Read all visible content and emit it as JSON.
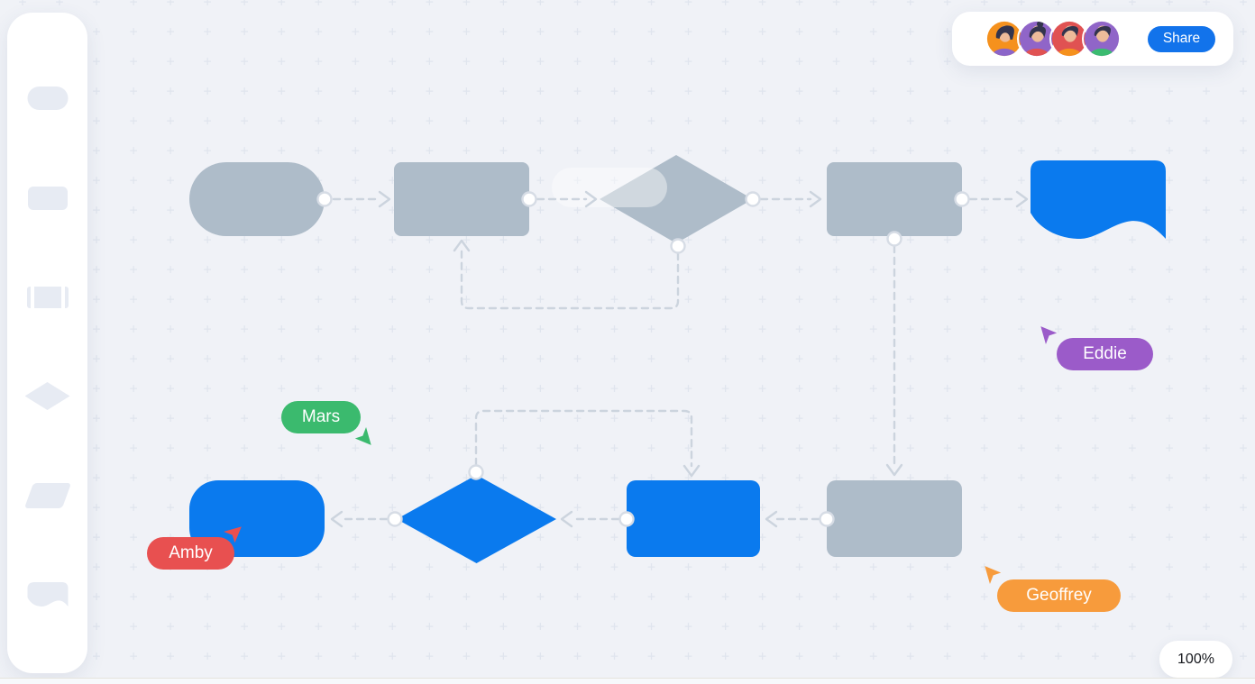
{
  "header": {
    "share_label": "Share",
    "avatars": [
      {
        "id": "avatar-1",
        "bg": "#f5911d",
        "shirt": "#8b65c9"
      },
      {
        "id": "avatar-2",
        "bg": "#9065c8",
        "shirt": "#e05252"
      },
      {
        "id": "avatar-3",
        "bg": "#e05252",
        "shirt": "#f5911d"
      },
      {
        "id": "avatar-4",
        "bg": "#9065c8",
        "shirt": "#3bbb70"
      }
    ]
  },
  "collaborators": [
    {
      "name": "Eddie",
      "color": "#9b5bc9"
    },
    {
      "name": "Mars",
      "color": "#3bba6e"
    },
    {
      "name": "Amby",
      "color": "#e85050"
    },
    {
      "name": "Geoffrey",
      "color": "#f79b3c"
    }
  ],
  "sidebar": {
    "tools": [
      {
        "icon": "terminator-shape-icon",
        "shape": "terminator"
      },
      {
        "icon": "process-shape-icon",
        "shape": "process"
      },
      {
        "icon": "predefined-process-shape-icon",
        "shape": "predefined-process"
      },
      {
        "icon": "decision-shape-icon",
        "shape": "decision"
      },
      {
        "icon": "data-shape-icon",
        "shape": "data"
      },
      {
        "icon": "document-shape-icon",
        "shape": "document"
      }
    ]
  },
  "canvas": {
    "zoom_level": "100%",
    "colors": {
      "node_gray": "#aebcc9",
      "node_blue": "#0a7aee",
      "connector": "#ccd4de",
      "background": "#f0f2f7"
    },
    "nodes": [
      {
        "id": "start",
        "shape": "terminator",
        "fill": "gray",
        "row": "top"
      },
      {
        "id": "process-1",
        "shape": "process",
        "fill": "gray",
        "row": "top"
      },
      {
        "id": "decision-1",
        "shape": "decision",
        "fill": "gray",
        "row": "top"
      },
      {
        "id": "process-2",
        "shape": "process",
        "fill": "gray",
        "row": "top"
      },
      {
        "id": "document-1",
        "shape": "document",
        "fill": "blue",
        "row": "top"
      },
      {
        "id": "rounded-1",
        "shape": "terminator",
        "fill": "blue",
        "row": "bottom"
      },
      {
        "id": "decision-2",
        "shape": "decision",
        "fill": "blue",
        "row": "bottom"
      },
      {
        "id": "process-3",
        "shape": "process",
        "fill": "blue",
        "row": "bottom"
      },
      {
        "id": "process-4",
        "shape": "process",
        "fill": "gray",
        "row": "bottom"
      }
    ],
    "connectors": [
      {
        "from": "start",
        "to": "process-1",
        "style": "dashed-arrow"
      },
      {
        "from": "process-1",
        "to": "decision-1",
        "style": "dashed-arrow"
      },
      {
        "from": "decision-1",
        "to": "process-2",
        "style": "dashed-arrow"
      },
      {
        "from": "process-2",
        "to": "document-1",
        "style": "dashed-arrow"
      },
      {
        "from": "process-2",
        "to": "process-4",
        "style": "dashed-arrow"
      },
      {
        "from": "decision-1",
        "to": "process-1",
        "style": "dashed-arrow-loop"
      },
      {
        "from": "process-4",
        "to": "process-3",
        "style": "dashed-arrow"
      },
      {
        "from": "process-3",
        "to": "decision-2",
        "style": "dashed-arrow"
      },
      {
        "from": "decision-2",
        "to": "rounded-1",
        "style": "dashed-arrow"
      },
      {
        "from": "decision-2",
        "to": "process-3",
        "style": "dashed-arrow-loop"
      }
    ]
  }
}
